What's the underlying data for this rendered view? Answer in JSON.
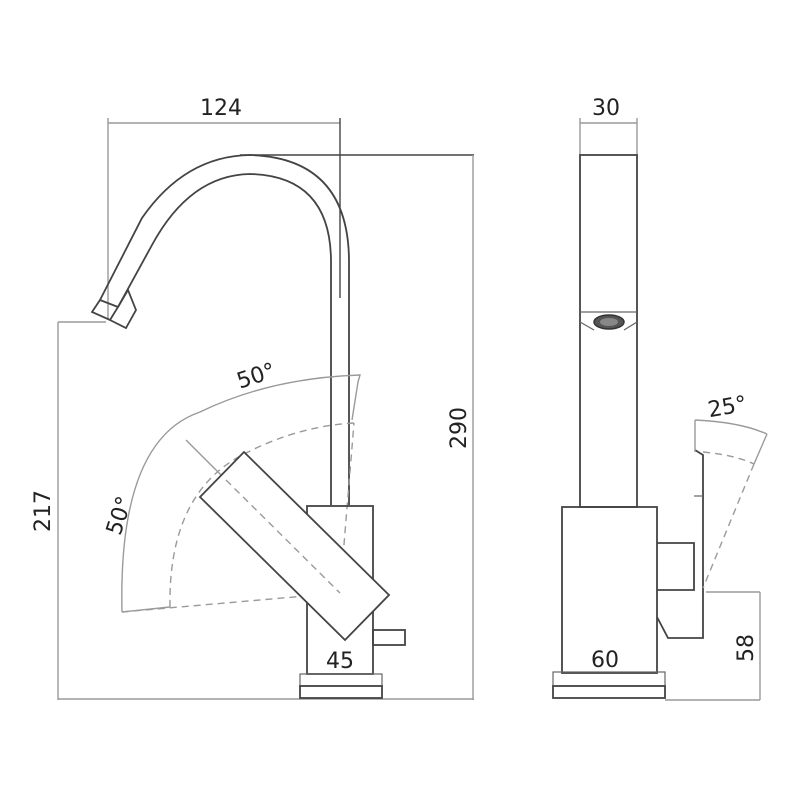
{
  "drawing": {
    "title": "Single-lever basin mixer dimension drawing",
    "units": "mm",
    "colors": {
      "line": "#444444",
      "dimension": "#9a9a9a",
      "text": "#222222",
      "background": "#ffffff"
    },
    "front_view": {
      "spout_reach": "124",
      "total_height": "290",
      "spout_outlet_height": "217",
      "lever_angle_upper": "50°",
      "lever_angle_side": "50°",
      "body_width": "45"
    },
    "side_view": {
      "spout_width": "30",
      "body_depth": "60",
      "lever_tilt": "25°",
      "lever_pivot_height": "58"
    }
  }
}
